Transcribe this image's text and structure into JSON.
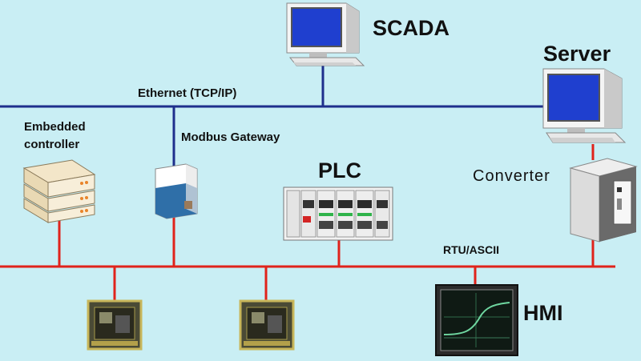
{
  "labels": {
    "scada": "SCADA",
    "server": "Server",
    "ethernet": "Ethernet (TCP/IP)",
    "embedded": "Embedded\ncontroller",
    "modbus_gateway": "Modbus Gateway",
    "plc": "PLC",
    "converter": "Converter",
    "rtu_ascii": "RTU/ASCII",
    "hmi": "HMI"
  },
  "colors": {
    "background": "#c9eef4",
    "ethernet_bus": "#1e2f8c",
    "serial_bus": "#e0231b",
    "monitor_screen": "#1f3fcf"
  },
  "icons": {
    "scada": "desktop-computer-icon",
    "server": "desktop-computer-icon",
    "embedded": "stacked-controller-icon",
    "gateway": "gateway-box-icon",
    "plc": "plc-rack-icon",
    "converter": "converter-tower-icon",
    "field_devices": "circuit-board-icon",
    "hmi": "hmi-panel-icon"
  }
}
